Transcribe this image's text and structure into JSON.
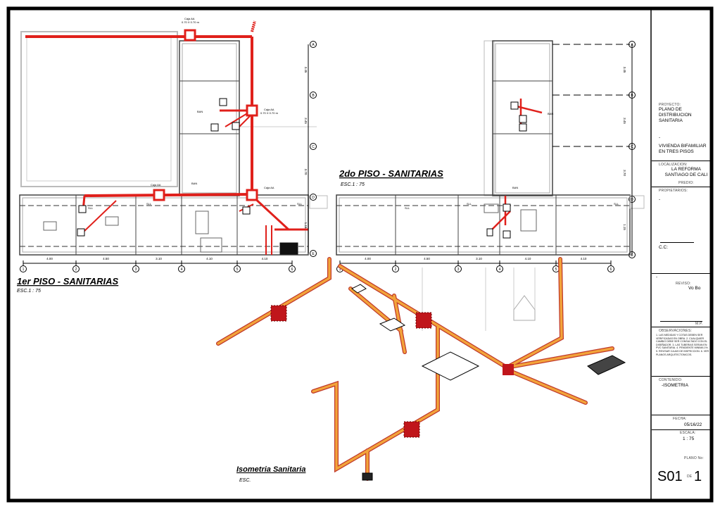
{
  "plans": {
    "first_floor": {
      "title": "1er PISO - SANITARIAS",
      "scale": "ESC.1 : 75"
    },
    "second_floor": {
      "title": "2do PISO - SANITARIAS",
      "scale": "ESC.1 : 75"
    },
    "isometric": {
      "title": "Isometria Sanitaria",
      "scale": "ESC."
    }
  },
  "grid": {
    "columns": [
      "1",
      "2",
      "3",
      "4",
      "5",
      "6"
    ],
    "column_spacing": [
      "4.00",
      "4.50",
      "3.10",
      "4.10",
      "4.10"
    ],
    "rows": [
      "A",
      "B",
      "C",
      "D",
      "E"
    ],
    "row_spacing": [
      "3.45",
      "3.45",
      "3.70",
      "1.15"
    ]
  },
  "annotations": {
    "box_label": "Caja AA",
    "box_size": "0.70 X 0.70 m",
    "ban": "BAN",
    "sll": "SLL"
  },
  "title_block": {
    "project_label": "PROYECTO:",
    "project": "PLANO DE DISTRIBUCION SANITARIA",
    "dash1": "-",
    "building": "VIVIENDA BIFAMILIAR EN TRES PISOS",
    "location_label": "LOCALIZACION:",
    "location": "LA REFORMA SANTIAGO DE CALI",
    "predio_label": "PREDIO:",
    "owner_label": "PROPIETARIOS:",
    "owner": "-",
    "cc_label": "C.C:",
    "dash2": "-",
    "revised_label": "REVISO:",
    "vobo": "Vo Bo",
    "mp": "M.P.",
    "observations_label": "OBSERVACIONES:",
    "observations": "1. LAS MEDIDAS Y COTAS DEBEN SER VERIFICADAS EN OBRA. 2. CUALQUIER CAMBIO DEBE SER CONSULTADO CON EL DISEÑADOR. 3. LAS TUBERIAS SERAN EN PVC SANITARIA. 4. PENDIENTE MINIMA 1%. 5. REVISAR CAJAS DE INSPECCION. 6. VER PLANOS ARQUITECTONICOS.",
    "contents_label": "CONTENIDO:",
    "contents": "-ISOMETRIA",
    "date_label": "FECHA:",
    "date": "05/16/22",
    "scale_label": "ESCALA:",
    "scale": "1 : 75",
    "sheet_label": "PLANO No:",
    "sheet": "S01",
    "of": "DE",
    "total": "1"
  },
  "colors": {
    "pipe": "#e0201b",
    "iso_pipe": "#f2a33a",
    "wall": "#9a9a9a",
    "frame": "#000000"
  }
}
